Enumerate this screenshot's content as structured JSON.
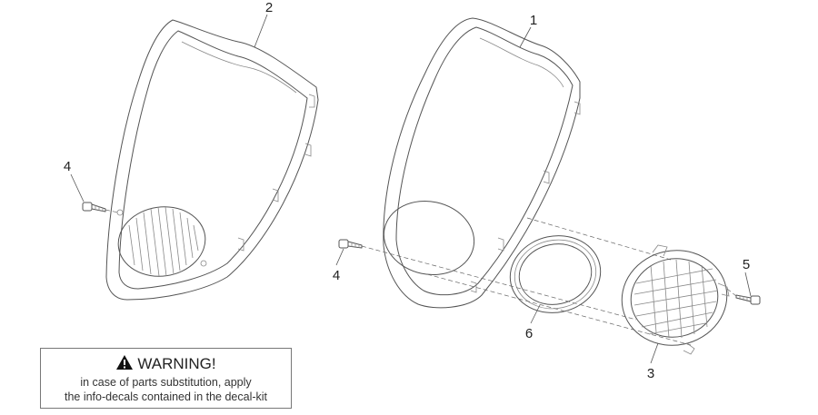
{
  "callouts": {
    "c1": "1",
    "c2": "2",
    "c3": "3",
    "c4a": "4",
    "c4b": "4",
    "c5": "5",
    "c6": "6"
  },
  "warning": {
    "title": "WARNING!",
    "line1": "in case of parts substitution, apply",
    "line2": "the info-decals contained in the decal-kit"
  }
}
